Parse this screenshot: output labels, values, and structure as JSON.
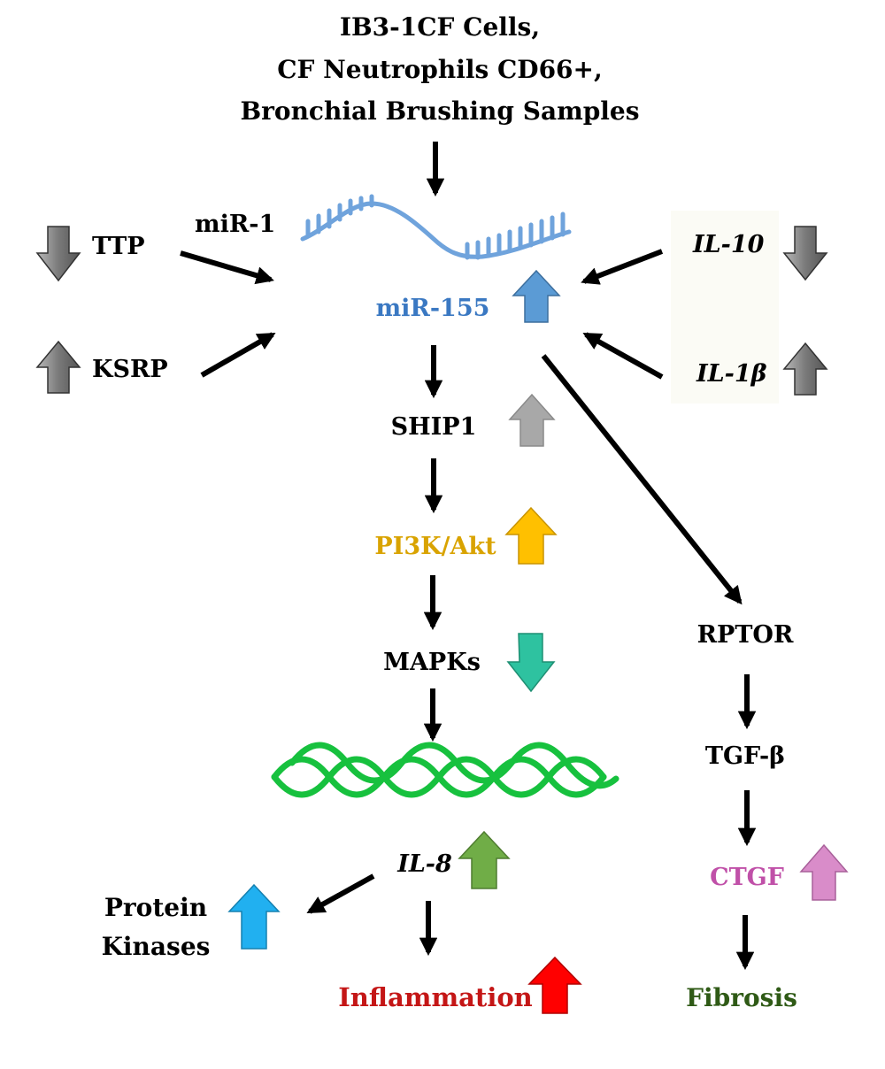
{
  "source": {
    "line1": "IB3-1CF Cells,",
    "line2": "CF Neutrophils CD66+,",
    "line3": "Bronchial Brushing Samples"
  },
  "regulators_left": {
    "mir1": "miR-1",
    "ttp": "TTP",
    "ksrp": "KSRP"
  },
  "regulators_right": {
    "il10": "IL-10",
    "il1b": "IL-1β"
  },
  "pathway": {
    "mir155": "miR-155",
    "ship1": "SHIP1",
    "pi3k": "PI3K/Akt",
    "mapks": "MAPKs",
    "il8": "IL-8",
    "protein_kinases_line1": "Protein",
    "protein_kinases_line2": "Kinases",
    "inflammation": "Inflammation"
  },
  "fibrosis_branch": {
    "rptor": "RPTOR",
    "tgfb": "TGF-β",
    "ctgf": "CTGF",
    "fibrosis": "Fibrosis"
  },
  "regulation": {
    "ttp": "down",
    "ksrp": "up",
    "il10": "down",
    "il1b": "up",
    "mir155": "up",
    "ship1": "up",
    "pi3k": "up",
    "mapks": "down",
    "il8": "up",
    "protein_kinases": "up",
    "inflammation": "up",
    "ctgf": "up"
  },
  "colors": {
    "mir155": "#3a78c2",
    "mir155_strand": "#6fa3dc",
    "pi3k": "#d9a300",
    "inflammation": "#c41616",
    "ctgf": "#c050a8",
    "fibrosis": "#2f5a16",
    "dna": "#17c13e",
    "gray_arrow": "#7a7a7a",
    "ship1_arrow": "#a8a8a8",
    "mir155_arrow": "#5b9bd5",
    "pi3k_arrow": "#ffc000",
    "mapks_arrow": "#2ec2a0",
    "il8_arrow": "#70ad47",
    "kinases_arrow": "#21b0f0",
    "inflammation_arrow": "#ff0000",
    "ctgf_arrow": "#d98cc9"
  }
}
